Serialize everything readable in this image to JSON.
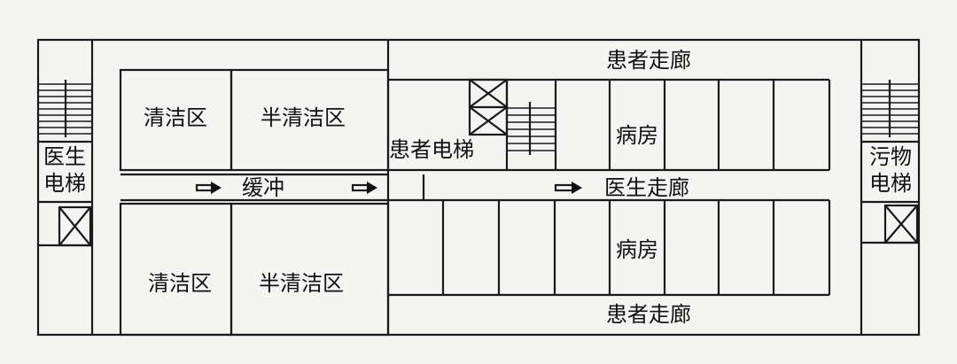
{
  "colors": {
    "background": "#f4f4f2",
    "line": "#1a1a1a"
  },
  "labels": {
    "patient_corridor_top": "患者走廊",
    "patient_corridor_bottom": "患者走廊",
    "doctor_corridor": "医生走廊",
    "clean_zone_top": "清洁区",
    "semi_clean_zone_top": "半清洁区",
    "clean_zone_bottom": "清洁区",
    "semi_clean_zone_bottom": "半清洁区",
    "buffer": "缓冲",
    "patient_elevator": "患者电梯",
    "ward_top": "病房",
    "ward_bottom": "病房",
    "doctor_elevator_line1": "医生",
    "doctor_elevator_line2": "电梯",
    "dirty_elevator_line1": "污物",
    "dirty_elevator_line2": "电梯"
  },
  "icons": {
    "flow_arrow": "right-arrow-icon",
    "elevator": "elevator-x-icon",
    "stairs": "stairs-icon"
  }
}
